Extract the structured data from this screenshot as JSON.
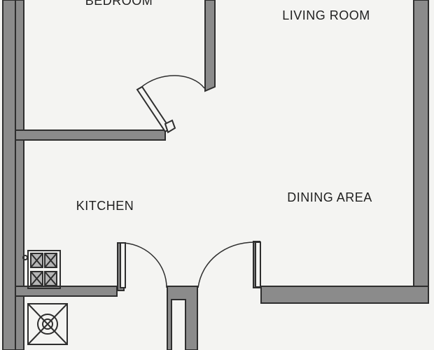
{
  "rooms": {
    "bedroom": "BEDROOM",
    "living_room": "LIVING ROOM",
    "kitchen": "KITCHEN",
    "dining_area": "DINING AREA"
  },
  "colors": {
    "wall_fill": "#8b8b8b",
    "wall_outline": "#2e2e2e",
    "background": "#f4f4f2"
  },
  "icons": {
    "hob": "stove-burners-icon",
    "stove": "stove-icon",
    "door": "door-swing-icon"
  }
}
